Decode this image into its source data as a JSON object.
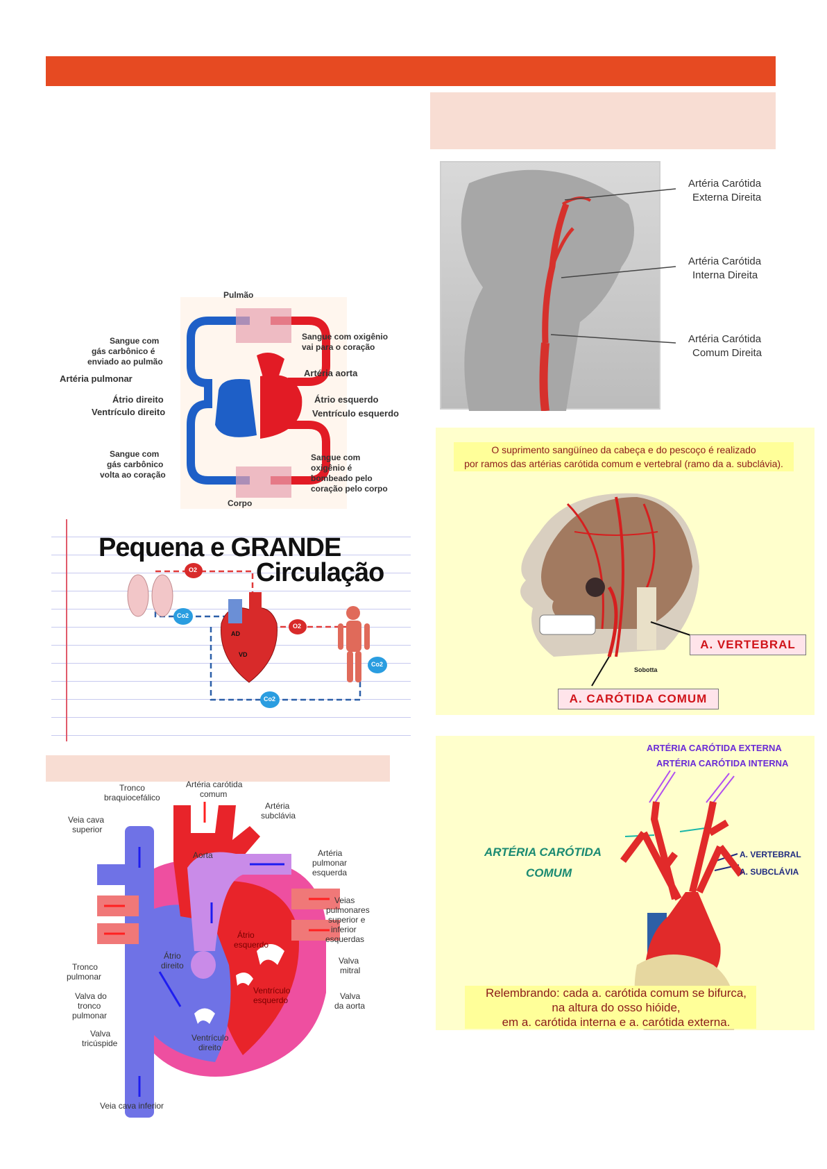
{
  "circulation": {
    "pulmao": "Pulmão",
    "corpo": "Corpo",
    "left_labels": [
      "Sangue com",
      "gás carbônico é",
      "enviado ao pulmão",
      "Artéria pulmonar",
      "Átrio direito",
      "Ventrículo direito",
      "Sangue com",
      "gás carbônico",
      "volta ao coração"
    ],
    "right_labels": [
      "Sangue com oxigênio",
      "vai para o coração",
      "Artéria aorta",
      "Átrio esquerdo",
      "Ventrículo esquerdo",
      "Sangue com",
      "oxigênio é",
      "bombeado pelo",
      "coração pelo corpo"
    ]
  },
  "pequena": {
    "title1": "Pequena e GRANDE",
    "title2": "Circulação",
    "o2": "O2",
    "co2": "Co2",
    "ad": "AD",
    "vd": "VD"
  },
  "heart": {
    "labels": [
      "Tronco",
      "braquiocefálico",
      "Artéria carótida",
      "comum",
      "Artéria",
      "subclávia",
      "Veia cava",
      "superior",
      "Aorta",
      "Artéria",
      "pulmonar",
      "esquerda",
      "Veias",
      "pulmonares",
      "superior e",
      "inferior",
      "esquerdas",
      "Átrio",
      "esquerdo",
      "Átrio",
      "direito",
      "Tronco",
      "pulmonar",
      "Valva",
      "mitral",
      "Valva do",
      "tronco",
      "pulmonar",
      "Ventrículo",
      "esquerdo",
      "Valva",
      "da aorta",
      "Valva",
      "tricúspide",
      "Ventrículo",
      "direito",
      "Veia cava inferior"
    ]
  },
  "neck": {
    "labels": [
      "Artéria Carótida",
      "Externa Direita",
      "Artéria Carótida",
      "Interna Direita",
      "Artéria Carótida",
      "Comum Direita"
    ]
  },
  "sobotta": {
    "caption1": "O suprimento sangüíneo da cabeça e do pescoço é realizado",
    "caption2": "por ramos das artérias carótida comum e vertebral (ramo da a. subclávia).",
    "vertebral": "A. VERTEBRAL",
    "carotida": "A. CARÓTIDA COMUM",
    "sobotta": "Sobotta"
  },
  "bifurcation": {
    "externa": "ARTÉRIA CARÓTIDA EXTERNA",
    "interna": "ARTÉRIA CARÓTIDA INTERNA",
    "comum1": "ARTÉRIA CARÓTIDA",
    "comum2": "COMUM",
    "vertebral": "A.  VERTEBRAL",
    "subclavia": "A. SUBCLÁVIA",
    "note1": "Relembrando: cada a. carótida comum se bifurca,",
    "note2": "na altura do osso hióide,",
    "note3": "em a. carótida interna e a. carótida externa."
  }
}
